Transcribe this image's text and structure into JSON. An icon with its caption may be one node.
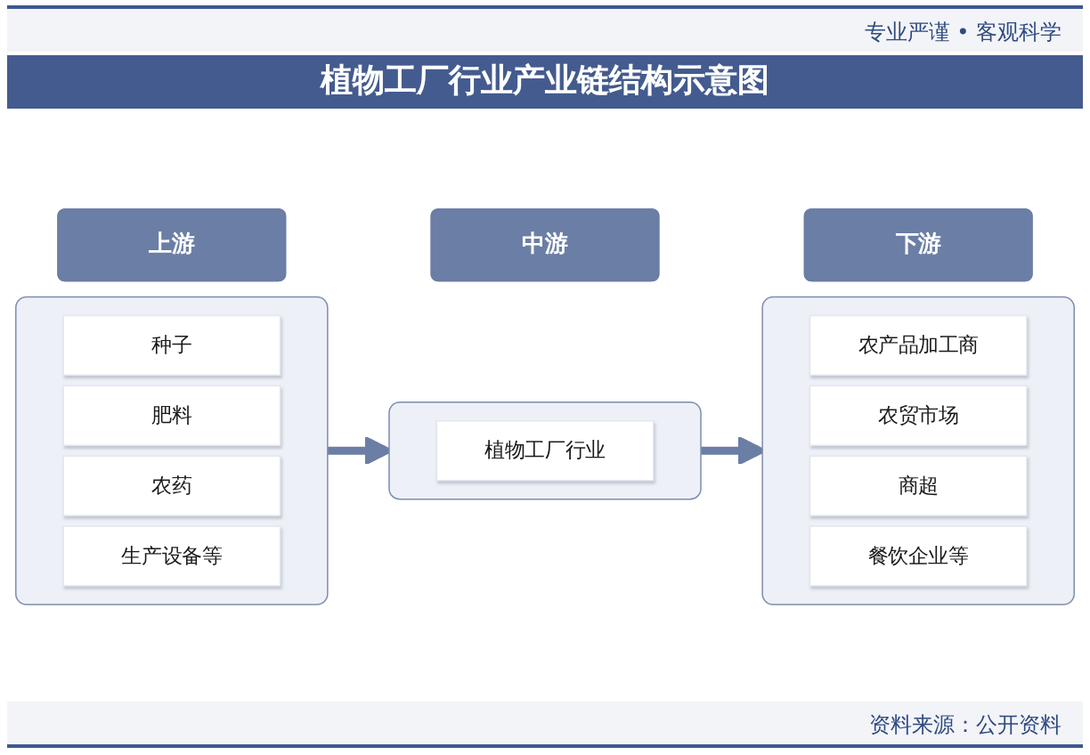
{
  "diagram": {
    "title": "植物工厂行业产业链结构示意图",
    "nodes": [
      {
        "text": [
          "上游"
        ]
      },
      {
        "text": [
          "中游"
        ]
      },
      {
        "text": [
          "下游"
        ]
      },
      {
        "text": [],
        "shape": "box"
      },
      {
        "text": [
          "种子"
        ],
        "in": 3
      },
      {
        "text": [
          "肥料"
        ],
        "in": 3
      },
      {
        "text": [
          "农药"
        ],
        "in": 3
      },
      {
        "text": [
          "生产设备等"
        ],
        "in": 3
      },
      {
        "text": [],
        "shape": "box"
      },
      {
        "text": [
          "植物工厂行业"
        ],
        "in": 8
      },
      {
        "text": [],
        "shape": "box"
      },
      {
        "text": [
          "农产品加工商"
        ],
        "in": 10
      },
      {
        "text": [
          "农贸市场"
        ],
        "in": 10
      },
      {
        "text": [
          "商超"
        ],
        "in": 10
      },
      {
        "text": [
          "餐饮企业等"
        ],
        "in": 10
      }
    ],
    "edges": [
      {
        "from": 3,
        "to": 8,
        "arrow": "to"
      },
      {
        "from": 8,
        "to": 10,
        "arrow": "to"
      }
    ],
    "labels": [
      "专业严谨 • 客观科学",
      "资料来源：公开资料"
    ]
  }
}
